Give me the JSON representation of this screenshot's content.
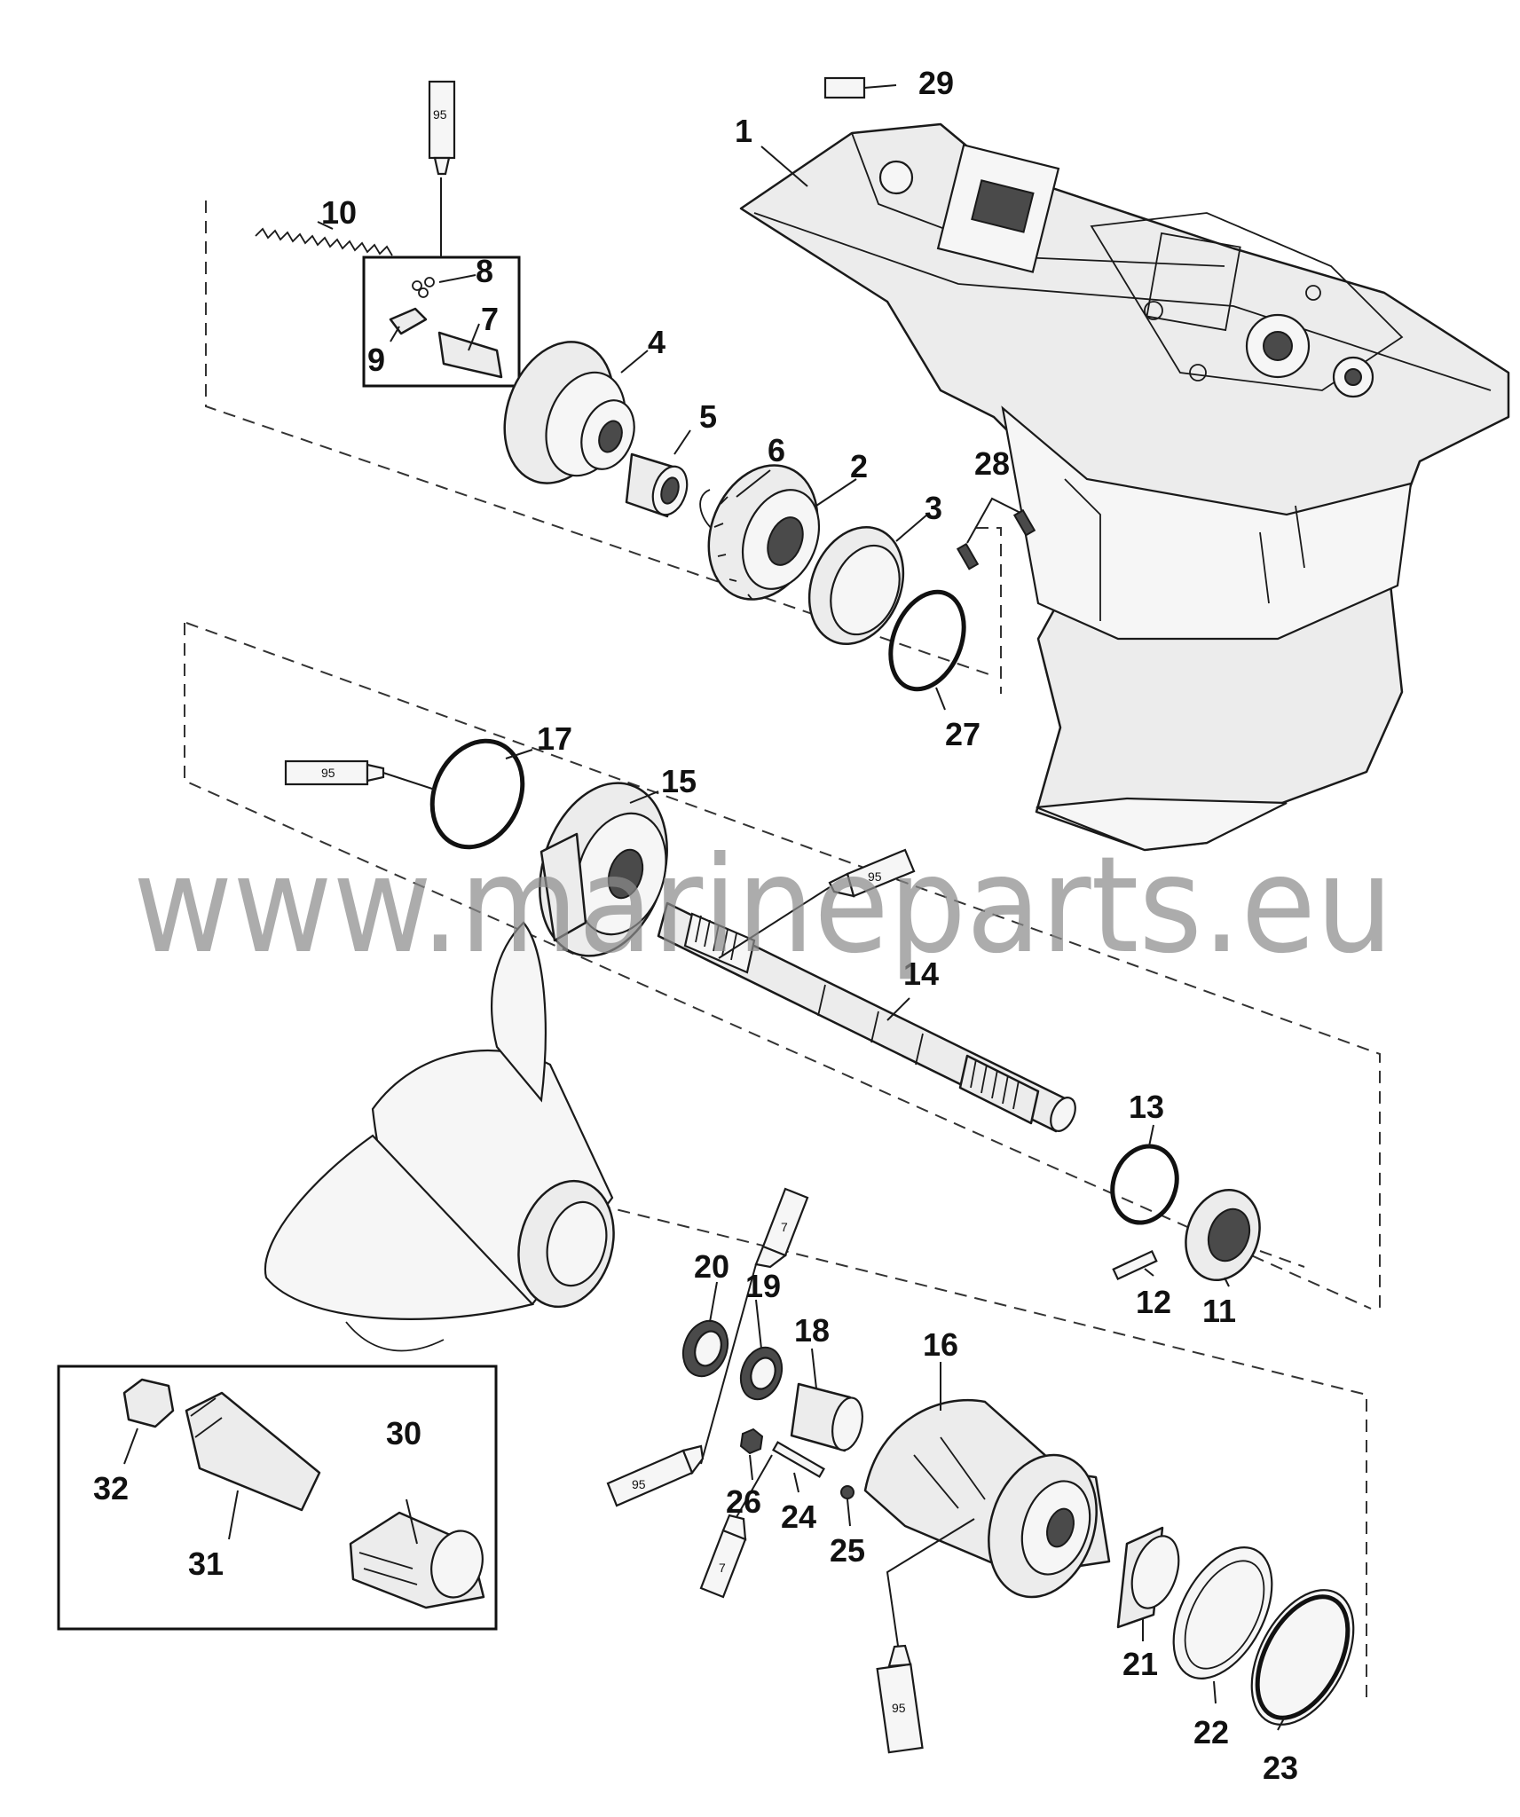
{
  "watermark": "www.marineparts.eu",
  "callouts": {
    "c1": "1",
    "c2": "2",
    "c3": "3",
    "c4": "4",
    "c5": "5",
    "c6": "6",
    "c7": "7",
    "c8": "8",
    "c9": "9",
    "c10": "10",
    "c11": "11",
    "c12": "12",
    "c13": "13",
    "c14": "14",
    "c15": "15",
    "c16": "16",
    "c17": "17",
    "c18": "18",
    "c19": "19",
    "c20": "20",
    "c21": "21",
    "c22": "22",
    "c23": "23",
    "c24": "24",
    "c25": "25",
    "c26": "26",
    "c27": "27",
    "c28": "28",
    "c29": "29",
    "c30": "30",
    "c31": "31",
    "c32": "32"
  },
  "tubes": {
    "lubricant_95": "95",
    "sealant_7": "7"
  }
}
